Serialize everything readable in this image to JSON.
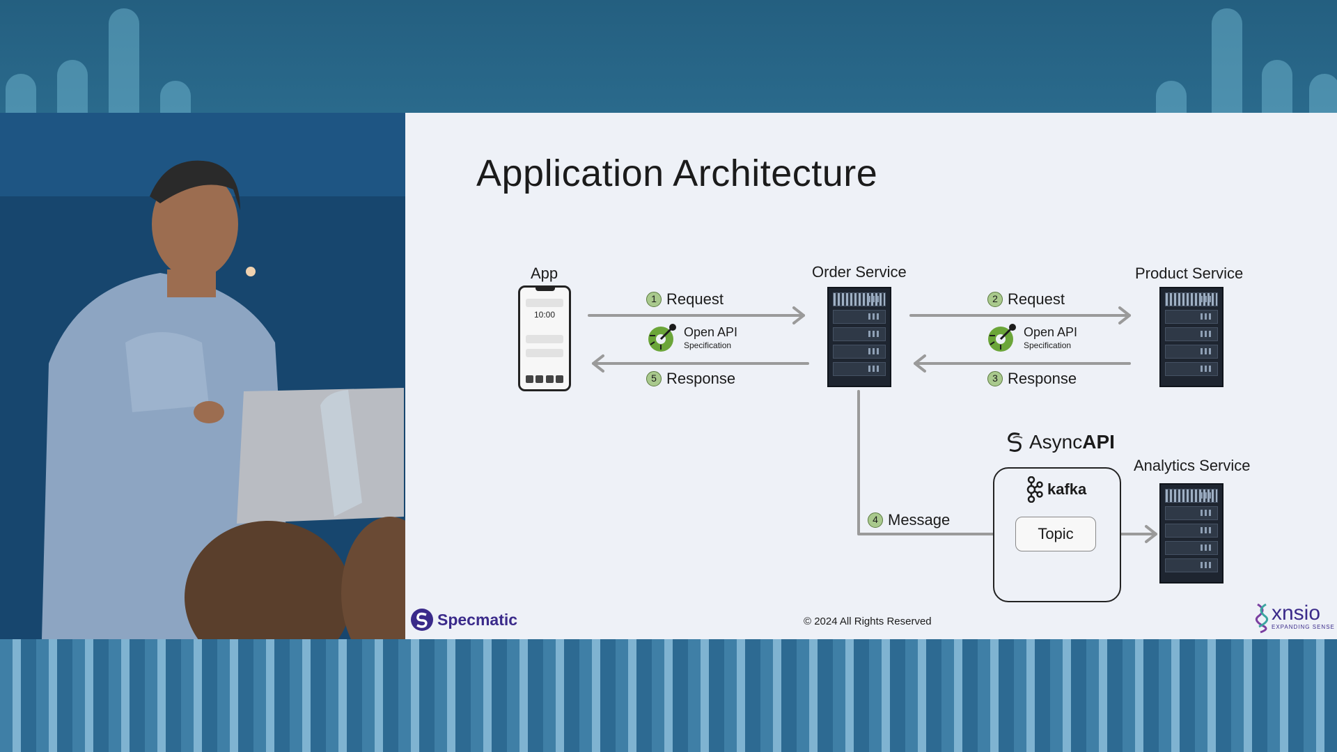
{
  "slide": {
    "title": "Application Architecture",
    "components": {
      "app": "App",
      "order_service": "Order Service",
      "product_service": "Product Service",
      "analytics_service": "Analytics Service"
    },
    "phone_time": "10:00",
    "flows": [
      {
        "num": "1",
        "label": "Request"
      },
      {
        "num": "5",
        "label": "Response"
      },
      {
        "num": "2",
        "label": "Request"
      },
      {
        "num": "3",
        "label": "Response"
      },
      {
        "num": "4",
        "label": "Message"
      }
    ],
    "openapi": {
      "title": "Open API",
      "subtitle": "Specification"
    },
    "asyncapi": {
      "prefix": "Async",
      "suffix": "API"
    },
    "kafka": "kafka",
    "topic": "Topic",
    "footer": {
      "copyright": "© 2024 All Rights Reserved",
      "brand_left": "Specmatic",
      "brand_right": "xnsio",
      "brand_right_tagline": "EXPANDING SENSE"
    },
    "colors": {
      "arrow": "#9a9a9a",
      "step_badge": "#a9c98d",
      "brand": "#3a2a8a"
    }
  }
}
